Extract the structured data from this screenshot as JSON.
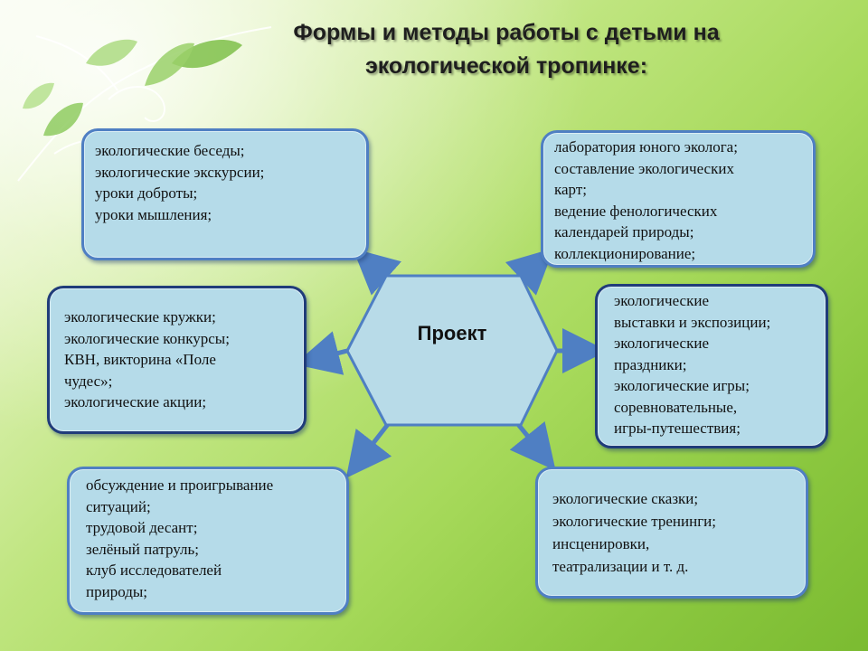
{
  "title": {
    "line1": "Формы и методы работы с детьми на",
    "line2": "экологической тропинке:"
  },
  "center": {
    "label": "Проект"
  },
  "boxes": {
    "top_left": [
      "экологические беседы;",
      "экологические экскурсии;",
      "уроки доброты;",
      "уроки мышления;"
    ],
    "top_right": [
      "лаборатория юного эколога;",
      "составление экологических",
      "карт;",
      "ведение фенологических",
      "календарей природы;",
      "коллекционирование;"
    ],
    "mid_left": [
      "экологические кружки;",
      "экологические конкурсы;",
      "КВН, викторина «Поле",
      "чудес»;",
      "экологические акции;"
    ],
    "mid_right": [
      "экологические",
      "выставки и экспозиции;",
      "экологические",
      "праздники;",
      "экологические игры;",
      "соревновательные,",
      "игры-путешествия;"
    ],
    "bot_left": [
      "обсуждение и проигрывание",
      "ситуаций;",
      "трудовой десант;",
      "зелёный патруль;",
      "клуб исследователей",
      "природы;"
    ],
    "bot_right": [
      "экологические сказки;",
      "экологические тренинги;",
      "инсценировки,",
      "театрализации и т. д."
    ]
  },
  "colors": {
    "box_fill": "#b5dbe9",
    "box_border": "#4f7fc3",
    "hexagon_fill": "#b8dbe8",
    "arrow": "#4f7fc3",
    "background": "#a6d95a"
  }
}
